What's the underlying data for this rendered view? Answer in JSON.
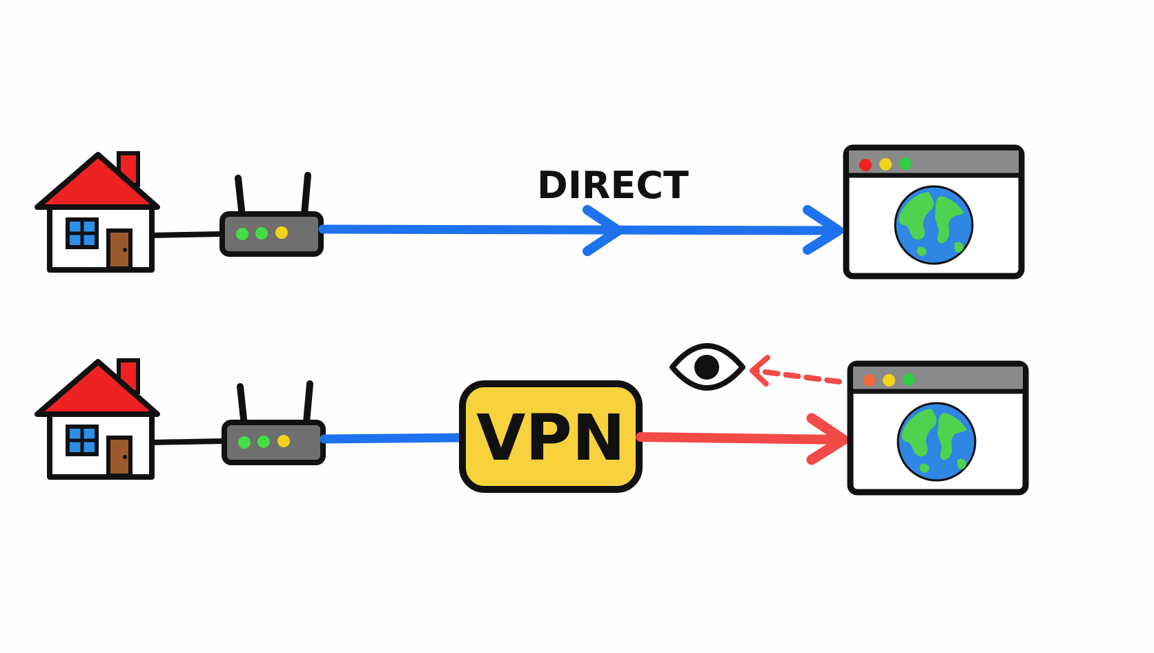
{
  "labels": {
    "direct": "DIRECT",
    "vpn": "VPN"
  },
  "icons": {
    "home": "house-icon",
    "router": "router-icon",
    "vpn": "vpn-box",
    "website": "browser-window-icon",
    "globe": "globe-icon",
    "observer": "eye-icon"
  },
  "colors": {
    "outline": "#111111",
    "roof": "#ee2222",
    "window": "#2b8fe6",
    "door": "#9a5a2e",
    "router_body": "#6f6f6f",
    "led_green": "#44dd44",
    "led_yellow": "#f2d21c",
    "direct_line": "#1f72ee",
    "vpn_out_line": "#f24a47",
    "vpn_fill": "#f7d23c",
    "browser_bar": "#8a8a8a",
    "btn_red": "#ee2222",
    "btn_orange": "#f26a3c",
    "btn_yellow": "#f2d21c",
    "btn_green": "#33cc44",
    "ocean": "#2f86e3",
    "land": "#4fd24f"
  }
}
